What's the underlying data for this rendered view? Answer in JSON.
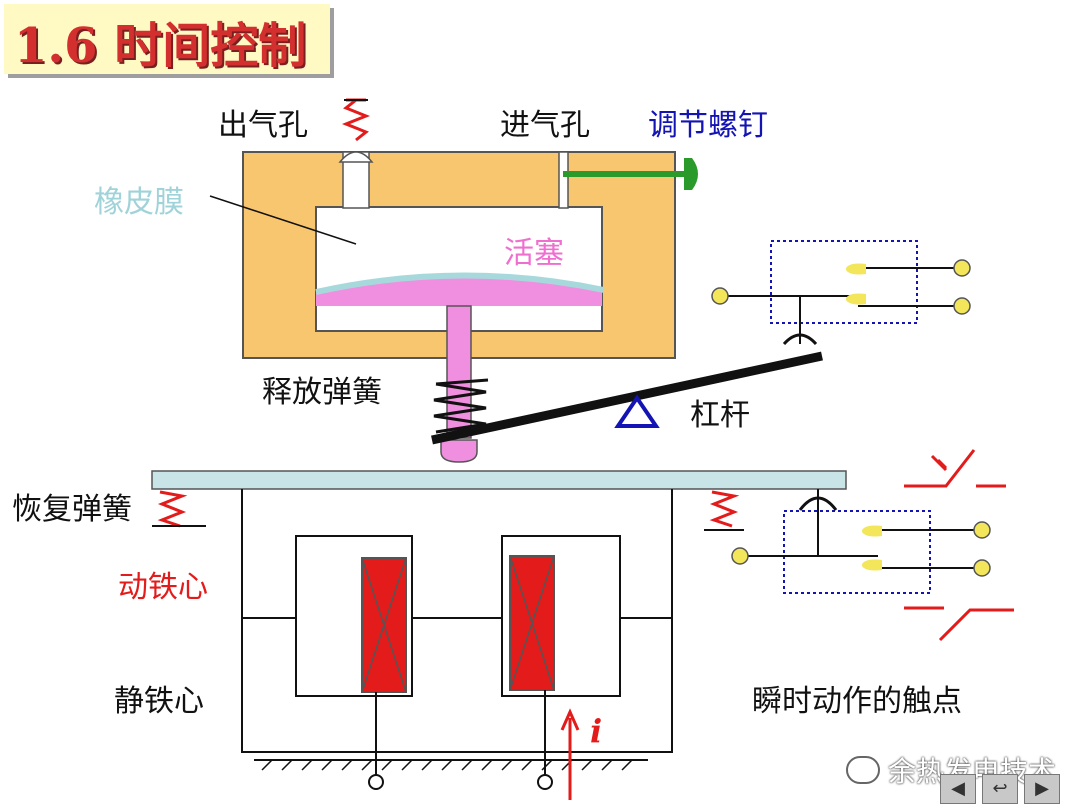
{
  "title": "1.6 时间控制",
  "labels": {
    "outlet": "出气孔",
    "inlet": "进气孔",
    "adjust_screw": "调节螺钉",
    "diaphragm": "橡皮膜",
    "piston": "活塞",
    "release_spring": "释放弹簧",
    "lever": "杠杆",
    "return_spring": "恢复弹簧",
    "armature": "动铁心",
    "static_core": "静铁心",
    "instant_contacts": "瞬时动作的触点",
    "current": "i"
  },
  "watermark": "余热发电技术",
  "icons": [
    "wechat-icon",
    "prev-nav-icon",
    "back-nav-icon",
    "next-nav-icon"
  ],
  "colors": {
    "title": "#d32f2f",
    "title_bg": "#fff9c4",
    "chamber": "#f8c66e",
    "piston": "#f08ee0",
    "diaphragm": "#a7d9dc",
    "screw": "#2a9a2a",
    "coil": "#e31b1b",
    "lever": "#111111",
    "accent_blue": "#1414b4"
  }
}
